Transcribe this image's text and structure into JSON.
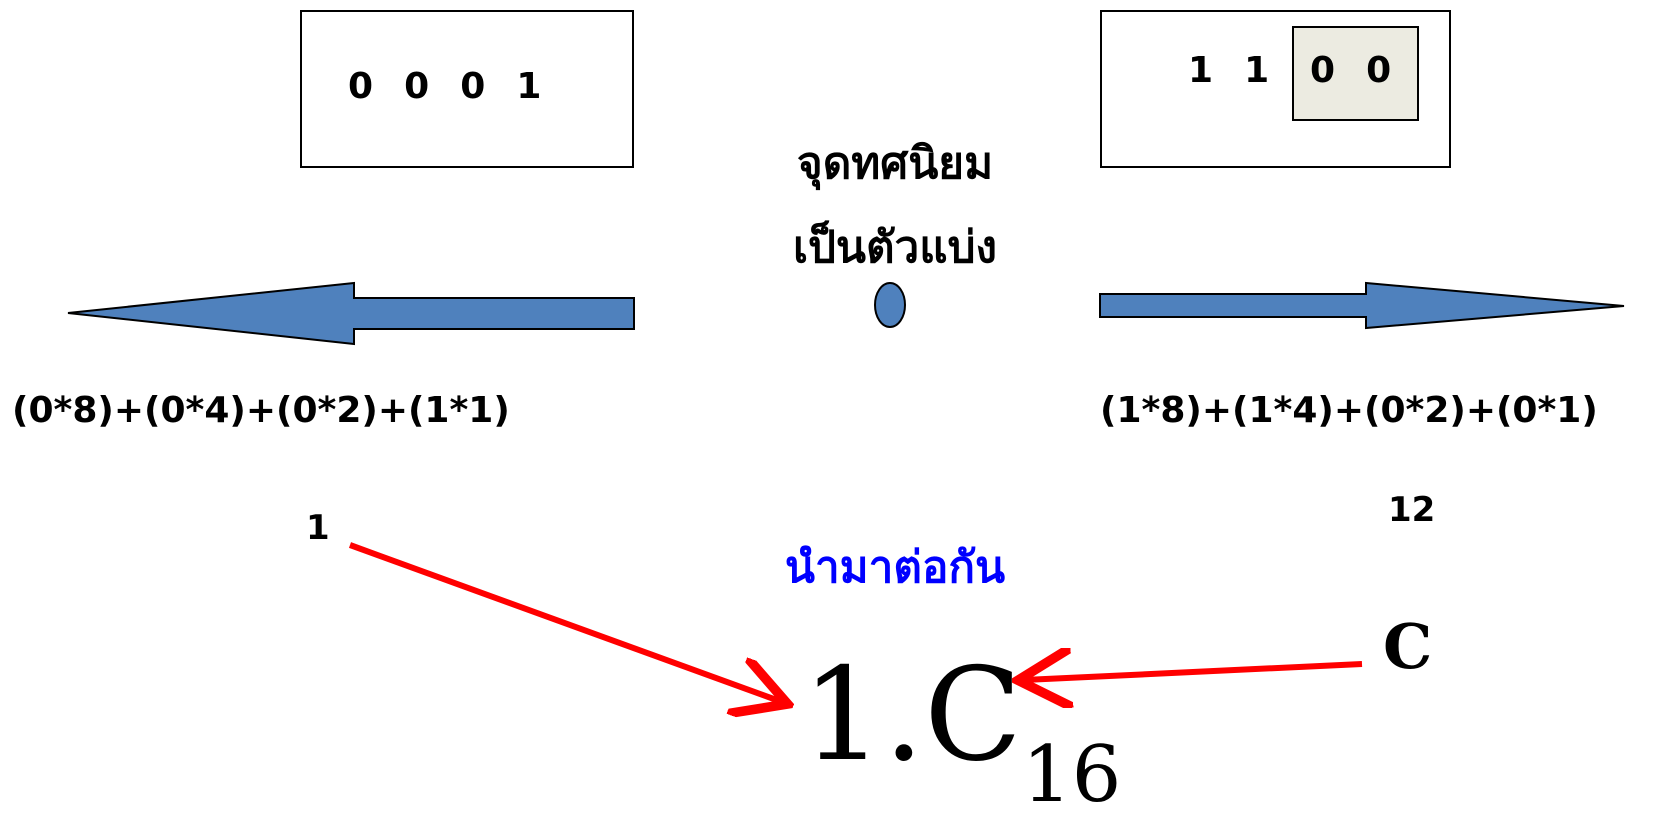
{
  "left_box": {
    "bits": "0  0  0  1"
  },
  "right_box": {
    "bits_plain": "1  1",
    "bits_highlight": "0  0"
  },
  "center_label": {
    "line1": "จุดทศนิยม",
    "line2": "เป็นตัวแบ่ง"
  },
  "left_formula": "(0*8)+(0*4)+(0*2)+(1*1)",
  "right_formula": "(1*8)+(1*4)+(0*2)+(0*1)",
  "left_value": "1",
  "right_value": "12",
  "join_label": "นำมาต่อกัน",
  "right_hex": "C",
  "result": {
    "main": "1.C",
    "base": "16"
  },
  "colors": {
    "arrow_fill": "#4f81bd",
    "arrow_stroke": "#000000",
    "highlight_fill": "#ecebe1",
    "join_label": "#0000ff",
    "pointer_arrow": "#ff0000"
  },
  "icons": {
    "left_arrow": "block-arrow-left",
    "right_arrow": "block-arrow-right",
    "point": "ellipse-dot"
  }
}
